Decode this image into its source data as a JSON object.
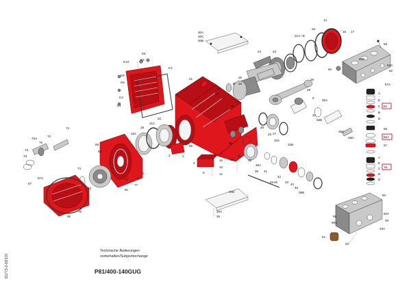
{
  "document": {
    "doc_id": "D1773-2-03/176",
    "note_de": "Technische Änderungen",
    "note_en": "vorbehalten/Subjecttochange",
    "model": "P81/400-140GUG"
  },
  "highlighted_callouts": [
    "62",
    "56A",
    "61"
  ],
  "part_labels": {
    "p30a": "30A",
    "p30c": "30C",
    "p30b": "30B",
    "p21ab": "21A / B",
    "p16": "16",
    "p14": "14",
    "p18": "18",
    "p17": "17",
    "p58": "58",
    "p50b": "50B",
    "p60": "60",
    "p62a": "62A",
    "p62": "62",
    "p57a": "57A",
    "pK5": "K5",
    "pK6": "K6",
    "pK10": "K10",
    "pK2": "K2",
    "pK9": "K9",
    "pK8": "K8",
    "pK3": "K3",
    "pK4": "K4",
    "p21": "21",
    "p1": "1",
    "p24": "24",
    "p22": "22",
    "p25": "25",
    "p23": "23",
    "p29": "29",
    "p28": "28",
    "p12": "12",
    "p13": "13",
    "p32": "32",
    "p8": "8",
    "p9": "9",
    "p36a": "36A",
    "p34": "34",
    "p36b": "36B",
    "p36c": "36C",
    "p36d": "36D",
    "pA1": "A",
    "pB1": "B",
    "pC1": "C",
    "pD1": "D",
    "pE1": "E",
    "p62box": "62",
    "p56": "56",
    "p56abox": "56A",
    "p57": "57",
    "pA2": "A",
    "pB2": "B",
    "pC2": "C",
    "pD2": "D",
    "pE2": "E",
    "p61box": "61",
    "p74": "74",
    "p70": "70",
    "p75a": "75A",
    "p75": "75",
    "p73": "73",
    "p68": "68",
    "p69": "69",
    "p20": "20",
    "p19": "19",
    "p19a": "19A",
    "p21c": "21C",
    "p26": "26",
    "p27": "27",
    "p33": "33",
    "p33a": "33A",
    "p33b": "33B",
    "p3": "3",
    "p65": "65",
    "p2": "2",
    "p4": "4",
    "p5": "5",
    "p7": "7",
    "p10": "10",
    "p11": "11",
    "p15": "15",
    "p35": "35",
    "pT3": "T3",
    "pT1": "T1",
    "pT2": "T2",
    "p72": "72",
    "p6": "6",
    "p71": "71",
    "p77": "77",
    "p81": "81",
    "p67": "67",
    "p67a": "67A",
    "p66": "66",
    "p76": "76",
    "p30": "30",
    "p38": "38",
    "p38a": "38A",
    "p39": "39",
    "p40": "40",
    "p41": "41",
    "p42": "42",
    "p43": "43",
    "p44": "44",
    "p45": "45",
    "p46": "46",
    "p48": "48",
    "p38b": "38B",
    "p30d": "30D",
    "p30c2": "30C",
    "p25b": "25",
    "p50": "50",
    "p59": "59",
    "p59a": "59A",
    "p60a": "60A",
    "p49": "49",
    "p49a": "49A",
    "p63": "63",
    "p51": "51"
  }
}
